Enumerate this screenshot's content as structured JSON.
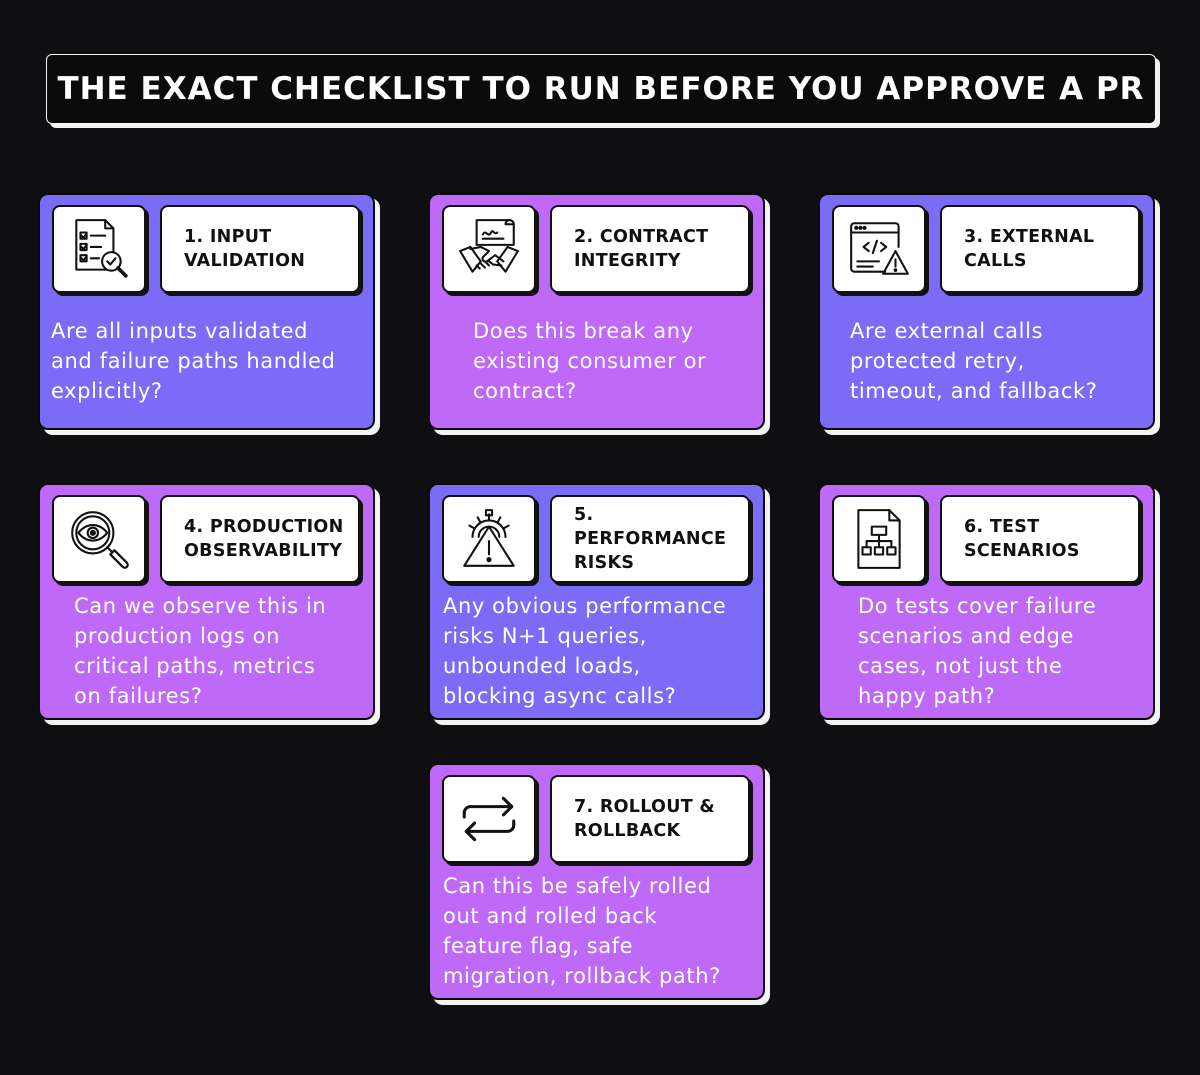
{
  "title": "THE EXACT CHECKLIST TO RUN BEFORE YOU APPROVE A PR",
  "cards": [
    {
      "label": "1. INPUT\nVALIDATION",
      "icon": "checklist-search-icon",
      "color": "#7a6cf6",
      "text": "Are all inputs validated\nand failure paths handled\nexplicitly?"
    },
    {
      "label": "2. CONTRACT\nINTEGRITY",
      "icon": "handshake-contract-icon",
      "color": "#be69f8",
      "text": "Does this break any\nexisting consumer or\ncontract?"
    },
    {
      "label": "3. EXTERNAL\nCALLS",
      "icon": "code-window-warning-icon",
      "color": "#7a6cf6",
      "text": "Are external calls\nprotected retry,\ntimeout, and fallback?"
    },
    {
      "label": "4. PRODUCTION\nOBSERVABILITY",
      "icon": "eye-magnifier-icon",
      "color": "#be69f8",
      "text": "Can we observe this in\nproduction logs on\ncritical paths, metrics\non failures?"
    },
    {
      "label": "5. PERFORMANCE\nRISKS",
      "icon": "gear-warning-icon",
      "color": "#7a6cf6",
      "text": "Any obvious performance\nrisks N+1 queries,\nunbounded loads,\nblocking async calls?"
    },
    {
      "label": "6. TEST\nSCENARIOS",
      "icon": "flowchart-document-icon",
      "color": "#be69f8",
      "text": "Do tests cover failure\nscenarios and edge\ncases, not just the\nhappy path?"
    },
    {
      "label": "7. ROLLOUT &\nROLLBACK",
      "icon": "swap-arrows-icon",
      "color": "#be69f8",
      "text": "Can this be safely rolled\nout and rolled back\nfeature flag, safe\nmigration, rollback path?"
    }
  ]
}
